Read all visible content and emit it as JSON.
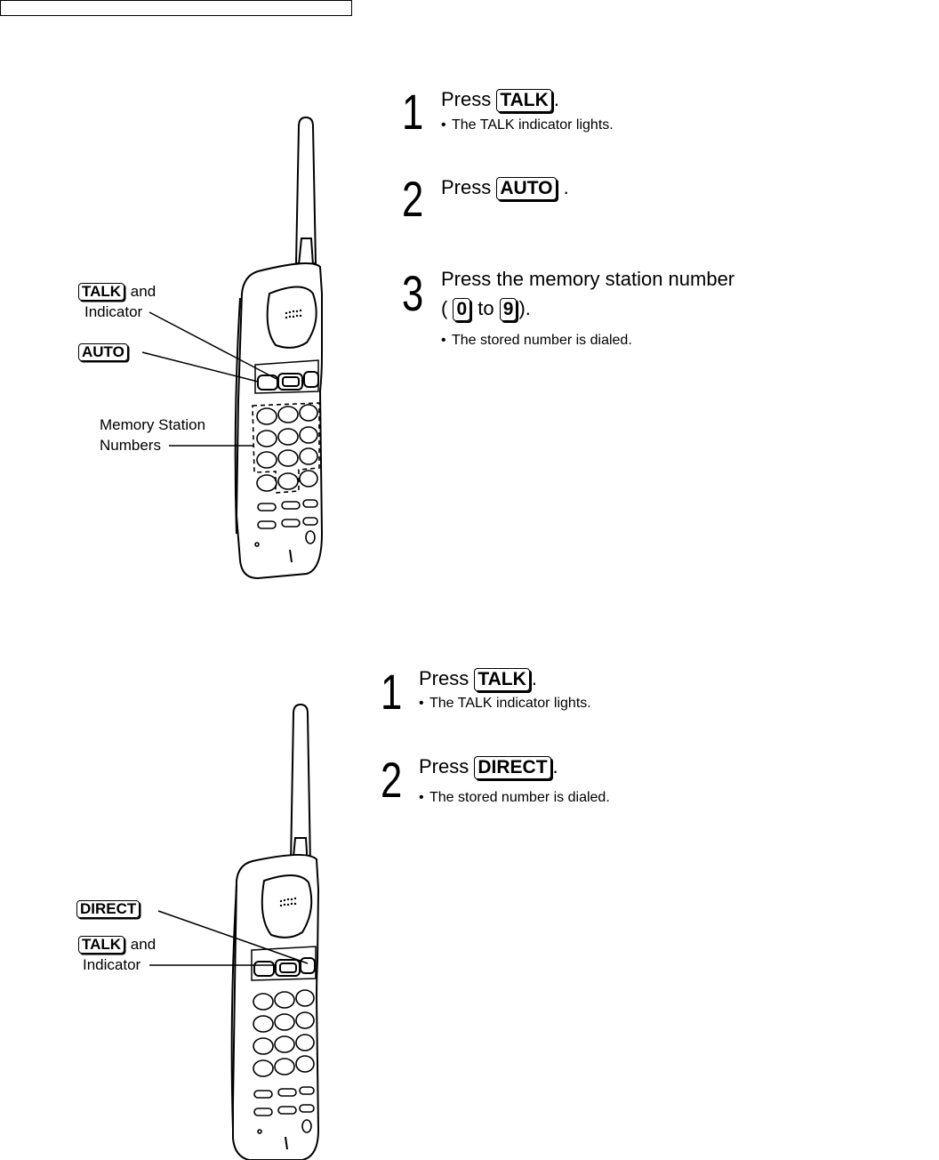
{
  "section1": {
    "callouts": {
      "talk_key": "TALK",
      "talk_and": "and",
      "indicator": "Indicator",
      "auto_key": "AUTO",
      "memory_line1": "Memory Station",
      "memory_line2": "Numbers"
    },
    "steps": [
      {
        "num": "1",
        "prefix": "Press",
        "key": "TALK",
        "suffix": ".",
        "note": "The TALK indicator lights."
      },
      {
        "num": "2",
        "prefix": "Press",
        "key": "AUTO",
        "suffix": " ."
      },
      {
        "num": "3",
        "line1": "Press the memory station number",
        "open": "(",
        "key_a": "0",
        "to": "to",
        "key_b": "9",
        "close": ").",
        "note": "The stored number is  dialed."
      }
    ]
  },
  "section2": {
    "callouts": {
      "direct_key": "DIRECT",
      "talk_key": "TALK",
      "talk_and": "and",
      "indicator": "Indicator"
    },
    "steps": [
      {
        "num": "1",
        "prefix": "Press",
        "key": "TALK",
        "suffix": ".",
        "note": "The TALK indicator lights."
      },
      {
        "num": "2",
        "prefix": "Press",
        "key": "DIRECT",
        "suffix": ".",
        "note": "The stored number is dialed."
      }
    ]
  }
}
